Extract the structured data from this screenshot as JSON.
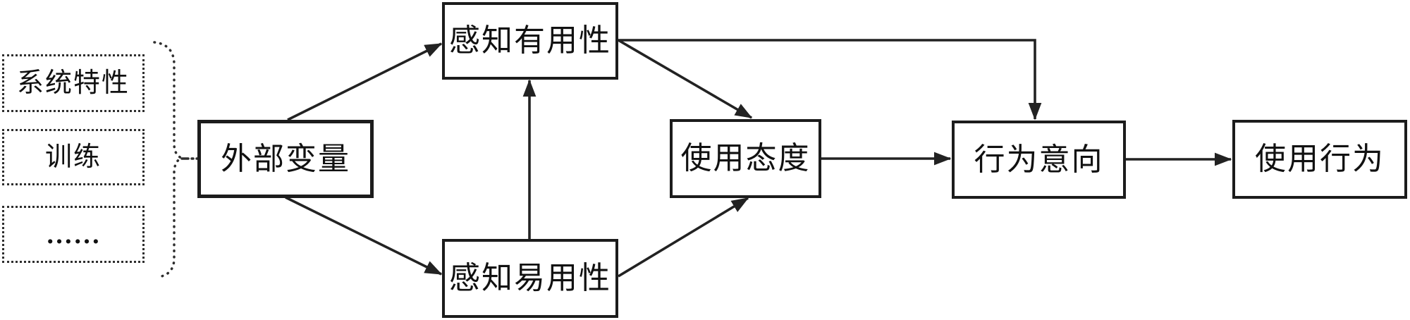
{
  "diagram": {
    "kind": "flow-diagram",
    "language": "zh-CN"
  },
  "nodes": {
    "external_variables": {
      "label": "外部变量"
    },
    "perceived_usefulness": {
      "label": "感知有用性"
    },
    "perceived_ease_of_use": {
      "label": "感知易用性"
    },
    "attitude_toward_use": {
      "label": "使用态度"
    },
    "behavioral_intention": {
      "label": "行为意向"
    },
    "usage_behavior": {
      "label": "使用行为"
    }
  },
  "antecedents": {
    "items": [
      {
        "label": "系统特性"
      },
      {
        "label": "训练"
      },
      {
        "label": "……"
      }
    ]
  },
  "edges": [
    {
      "from": "antecedents-group",
      "to": "external_variables",
      "style": "dotted-brace"
    },
    {
      "from": "external_variables",
      "to": "perceived_usefulness",
      "style": "solid-arrow"
    },
    {
      "from": "external_variables",
      "to": "perceived_ease_of_use",
      "style": "solid-arrow"
    },
    {
      "from": "perceived_ease_of_use",
      "to": "perceived_usefulness",
      "style": "solid-arrow"
    },
    {
      "from": "perceived_usefulness",
      "to": "attitude_toward_use",
      "style": "solid-arrow"
    },
    {
      "from": "perceived_ease_of_use",
      "to": "attitude_toward_use",
      "style": "solid-arrow"
    },
    {
      "from": "perceived_usefulness",
      "to": "behavioral_intention",
      "style": "solid-arrow-elbow"
    },
    {
      "from": "attitude_toward_use",
      "to": "behavioral_intention",
      "style": "solid-arrow"
    },
    {
      "from": "behavioral_intention",
      "to": "usage_behavior",
      "style": "solid-arrow"
    }
  ],
  "colors": {
    "line": "#222222",
    "text": "#111111",
    "background": "#ffffff"
  }
}
